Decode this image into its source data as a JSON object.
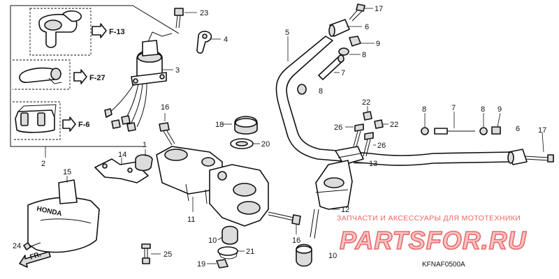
{
  "diagram": {
    "callouts": [
      "1",
      "2",
      "3",
      "4",
      "5",
      "6",
      "7",
      "8",
      "9",
      "10",
      "11",
      "12",
      "13",
      "14",
      "15",
      "16",
      "17",
      "18",
      "19",
      "20",
      "21",
      "22",
      "23",
      "24",
      "25",
      "26"
    ],
    "callout_repeats": {
      "6b": "6",
      "7b": "7",
      "8b": "8",
      "8c": "8",
      "8d": "8",
      "9b": "9",
      "10b": "10",
      "16b": "16",
      "17b": "17",
      "22b": "22",
      "26b": "26"
    },
    "refs": [
      "F-13",
      "F-27",
      "F-6"
    ],
    "direction_label": "FR.",
    "emblem_text": "HONDA",
    "drawing_code": "KFNAF0500A"
  },
  "watermark": {
    "title": "ЗАПЧАСТИ И АКСЕССУАРЫ ДЛЯ МОТОТЕХНИКИ",
    "brand": "PARTSFOR.RU"
  }
}
